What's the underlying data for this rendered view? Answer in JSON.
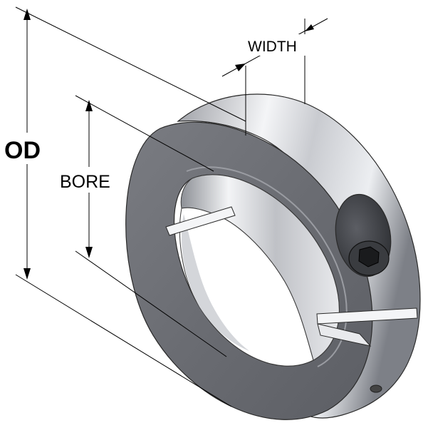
{
  "labels": {
    "od": "OD",
    "bore": "BORE",
    "width": "WIDTH"
  },
  "colors": {
    "line": "#000000",
    "metal_dark": "#6c6e74",
    "metal_mid": "#a7a9ae",
    "metal_light": "#f2f3f5",
    "background": "#ffffff"
  }
}
